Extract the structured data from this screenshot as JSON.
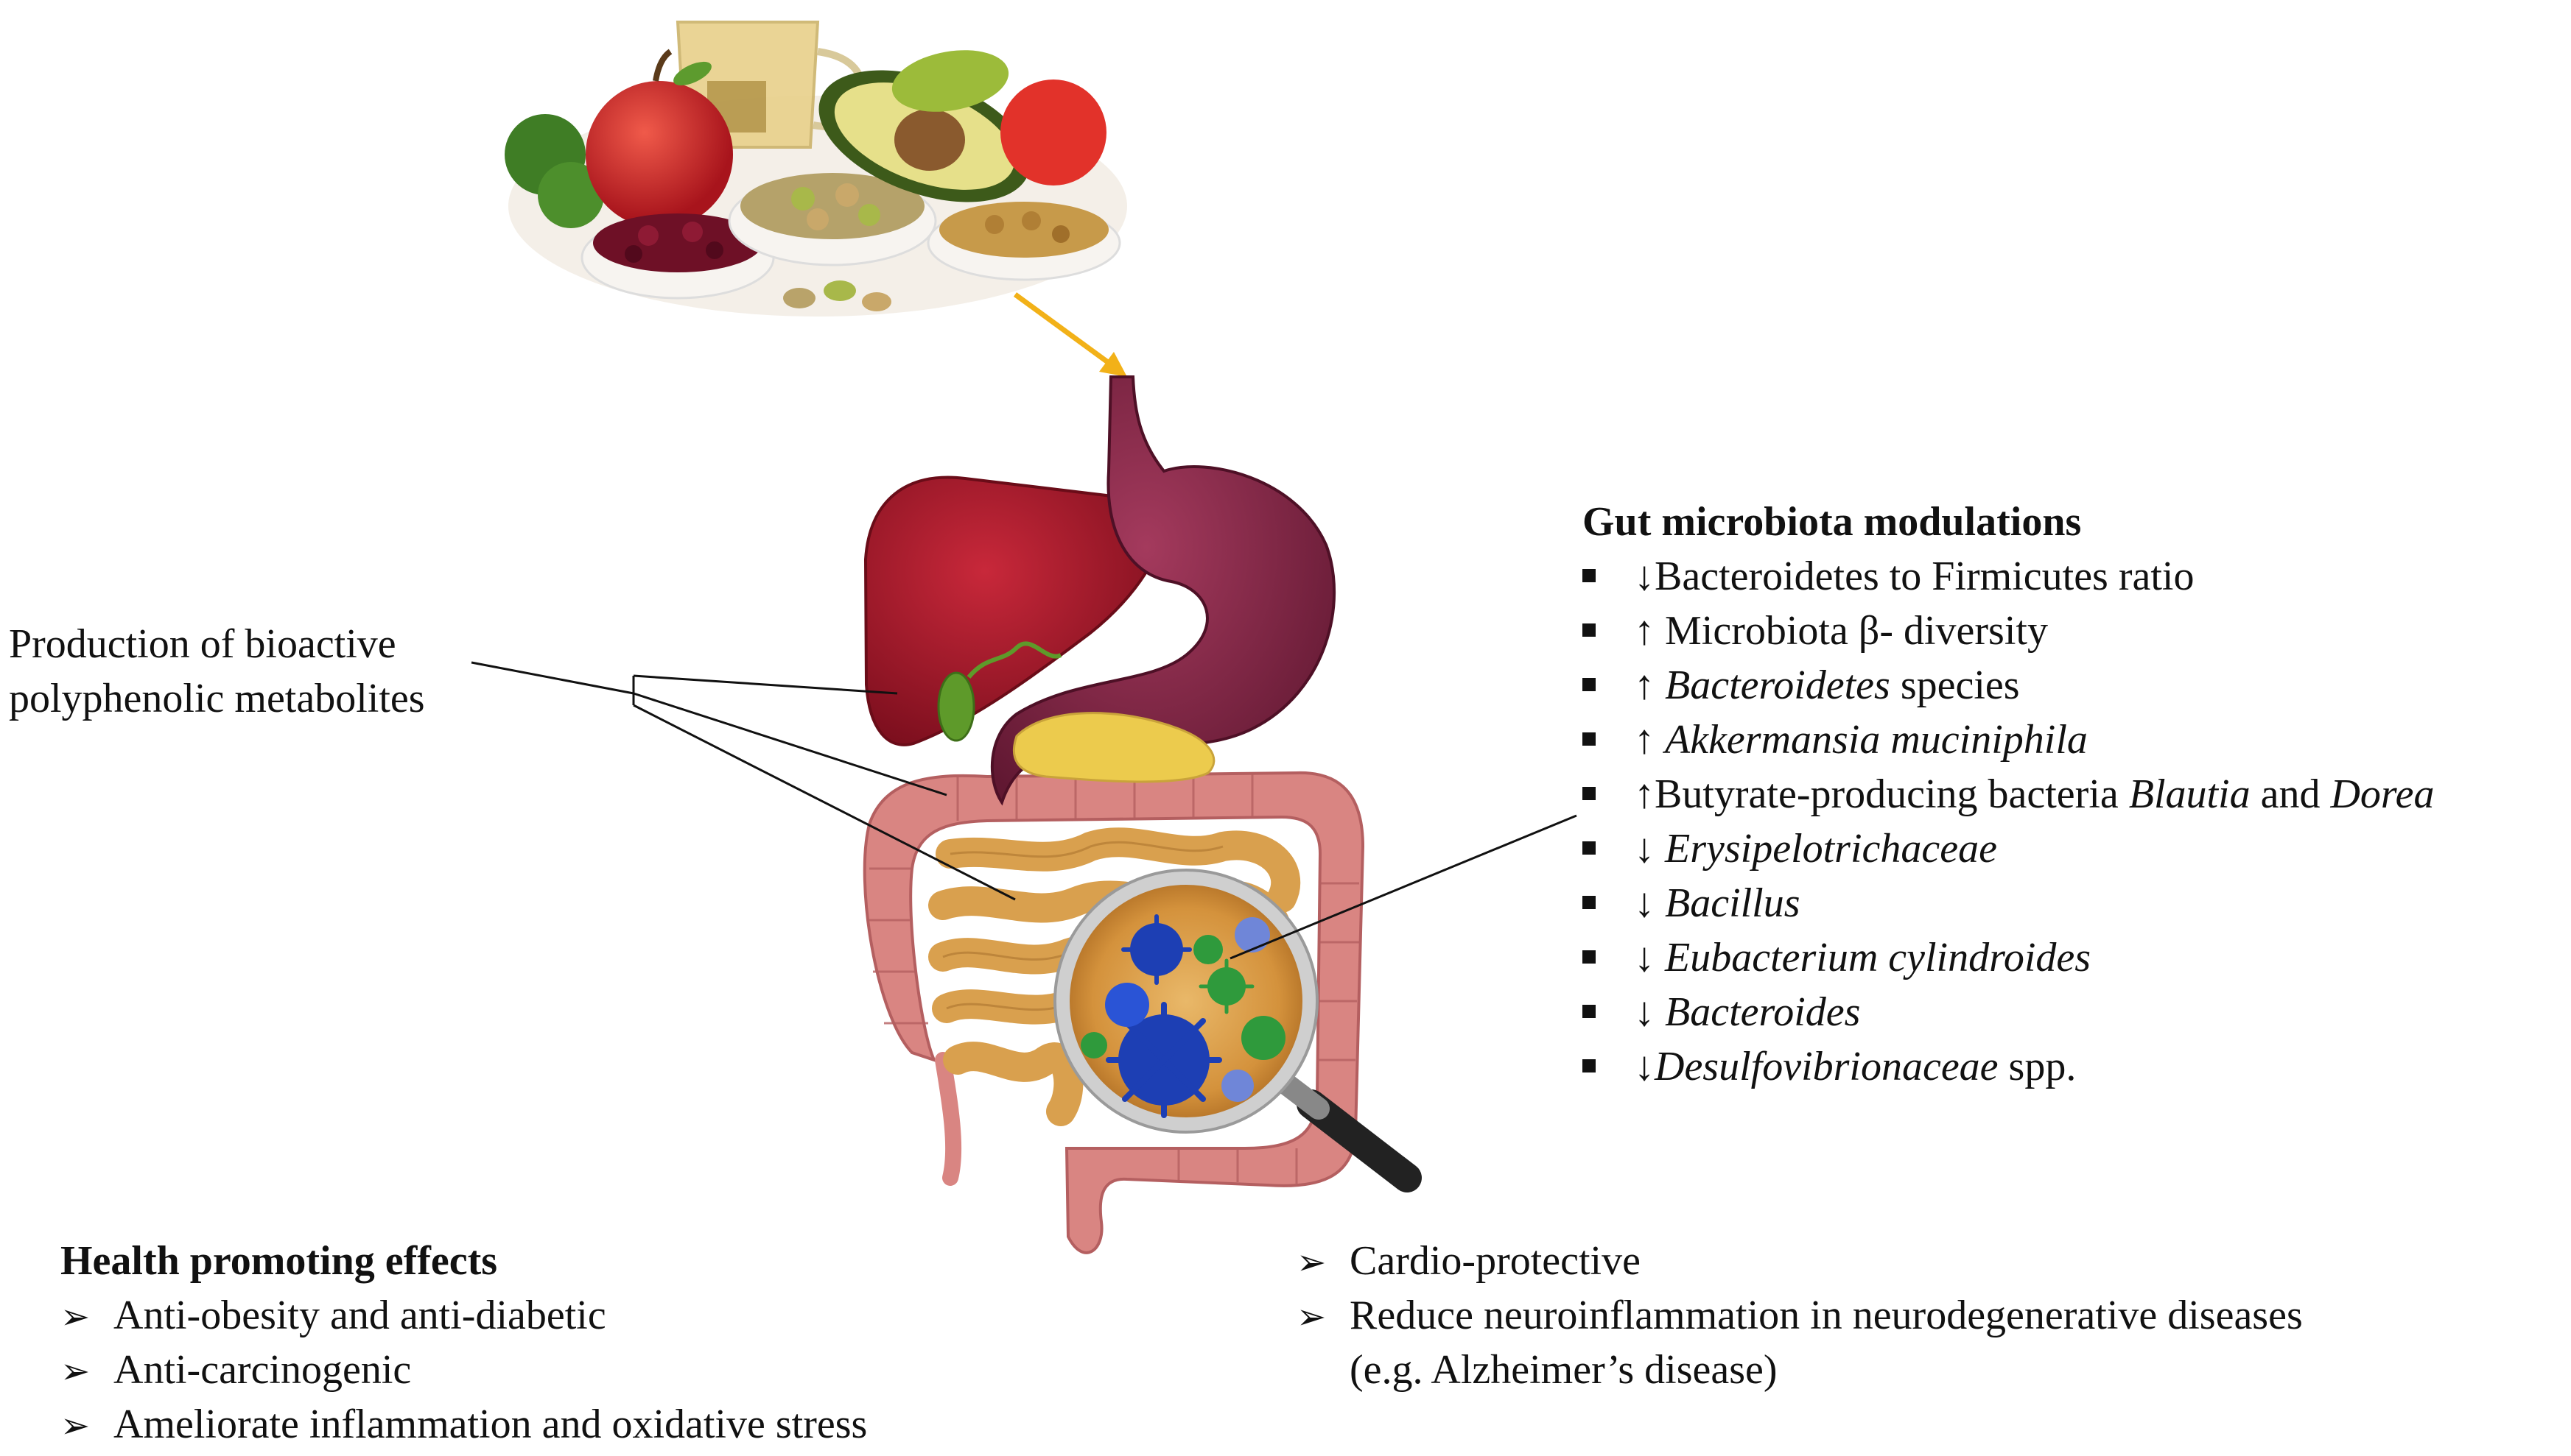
{
  "production_label": [
    "Production of bioactive",
    "polyphenolic metabolites"
  ],
  "microbiota": {
    "title": "Gut microbiota modulations",
    "items": [
      {
        "arrow": "↓",
        "parts": [
          {
            "t": "Bacteroidetes to Firmicutes ratio",
            "i": false
          }
        ]
      },
      {
        "arrow": "↑ ",
        "parts": [
          {
            "t": "Microbiota β- diversity",
            "i": false
          }
        ]
      },
      {
        "arrow": "↑ ",
        "parts": [
          {
            "t": "Bacteroidetes",
            "i": true
          },
          {
            "t": " species",
            "i": false
          }
        ]
      },
      {
        "arrow": "↑ ",
        "parts": [
          {
            "t": "Akkermansia muciniphila",
            "i": true
          }
        ]
      },
      {
        "arrow": "↑",
        "parts": [
          {
            "t": "Butyrate-producing bacteria ",
            "i": false
          },
          {
            "t": "Blautia",
            "i": true
          },
          {
            "t": " and ",
            "i": false
          },
          {
            "t": "Dorea",
            "i": true
          }
        ]
      },
      {
        "arrow": "↓ ",
        "parts": [
          {
            "t": "Erysipelotrichaceae",
            "i": true
          }
        ]
      },
      {
        "arrow": "↓ ",
        "parts": [
          {
            "t": "Bacillus",
            "i": true
          }
        ]
      },
      {
        "arrow": "↓ ",
        "parts": [
          {
            "t": "Eubacterium cylindroides",
            "i": true
          }
        ]
      },
      {
        "arrow": "↓ ",
        "parts": [
          {
            "t": "Bacteroides",
            "i": true
          }
        ]
      },
      {
        "arrow": "↓",
        "parts": [
          {
            "t": "Desulfovibrionaceae",
            "i": true
          },
          {
            "t": " spp.",
            "i": false
          }
        ]
      }
    ]
  },
  "health": {
    "title": "Health promoting effects",
    "items": [
      "Anti-obesity and anti-diabetic",
      "Anti-carcinogenic",
      "Ameliorate inflammation and oxidative stress"
    ]
  },
  "health_right": {
    "items": [
      "Cardio-protective",
      "Reduce neuroinflammation in neurodegenerative diseases"
    ],
    "continuation": "(e.g. Alzheimer’s disease)"
  },
  "colors": {
    "liver": "#a3172c",
    "stomach": "#8a2a4a",
    "colon": "#d98582",
    "small_intestine": "#d9a04e",
    "pancreas": "#eccb4d",
    "gallbladder": "#5e9a2a",
    "food_arrow": "#f2b118",
    "microbe_blue": "#1d3fb4",
    "microbe_green": "#2f9a3c"
  },
  "icons": [
    "food-plate-illustration",
    "digestive-system-illustration",
    "magnifier-icon",
    "microbe-icon"
  ]
}
